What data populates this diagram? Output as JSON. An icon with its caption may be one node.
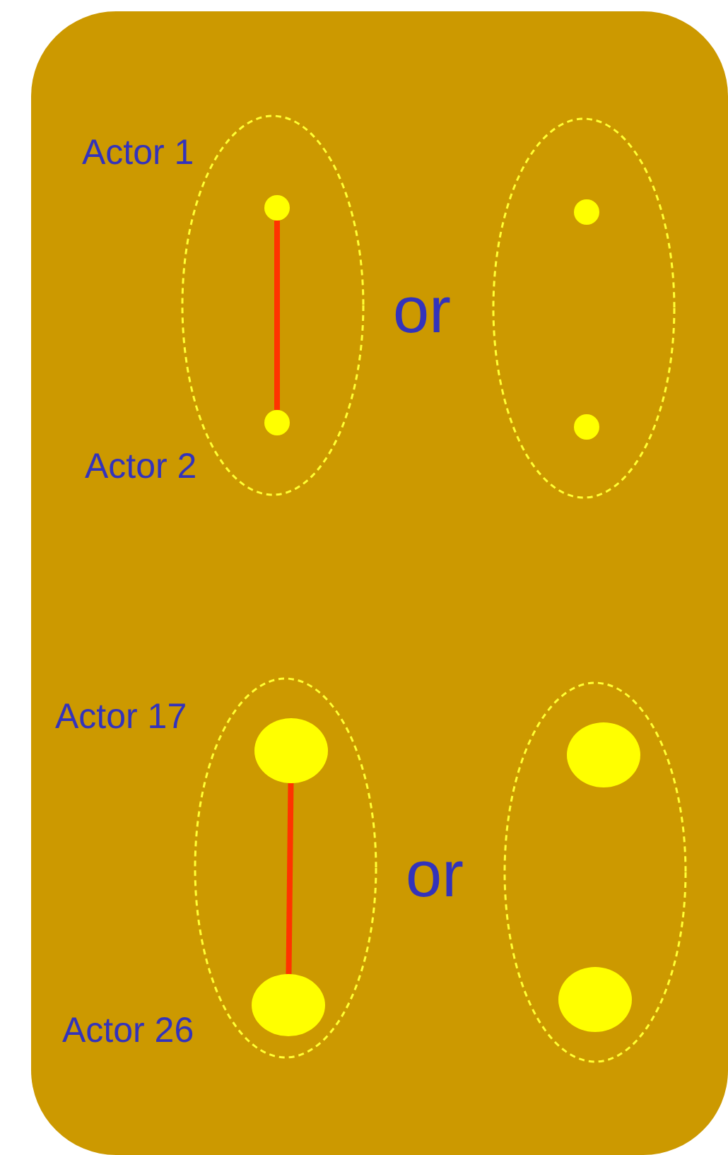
{
  "diagram": {
    "nodes": [
      {
        "text": [],
        "shape": "box"
      },
      {
        "text": [],
        "shape": "ellipse",
        "in": 0
      },
      {
        "text": [],
        "shape": "circle",
        "in": 1,
        "beside": [
          "Actor 1"
        ]
      },
      {
        "text": [],
        "shape": "circle",
        "in": 1,
        "beside": [
          "Actor 2"
        ]
      },
      {
        "text": [],
        "shape": "ellipse",
        "in": 0
      },
      {
        "text": [],
        "shape": "circle",
        "in": 4
      },
      {
        "text": [],
        "shape": "circle",
        "in": 4
      },
      {
        "text": [],
        "shape": "ellipse",
        "in": 0
      },
      {
        "text": [],
        "shape": "circle",
        "in": 7,
        "beside": [
          "Actor 17"
        ]
      },
      {
        "text": [],
        "shape": "circle",
        "in": 7,
        "beside": [
          "Actor 26"
        ]
      },
      {
        "text": [],
        "shape": "ellipse",
        "in": 0
      },
      {
        "text": [],
        "shape": "circle",
        "in": 10
      },
      {
        "text": [],
        "shape": "circle",
        "in": 10
      }
    ],
    "edges": [
      {
        "from": 2,
        "to": 3,
        "arrow": "none",
        "color": "#ff3300"
      },
      {
        "from": 8,
        "to": 9,
        "arrow": "none",
        "color": "#ff3300"
      }
    ],
    "labels": [
      "or",
      "or"
    ]
  }
}
